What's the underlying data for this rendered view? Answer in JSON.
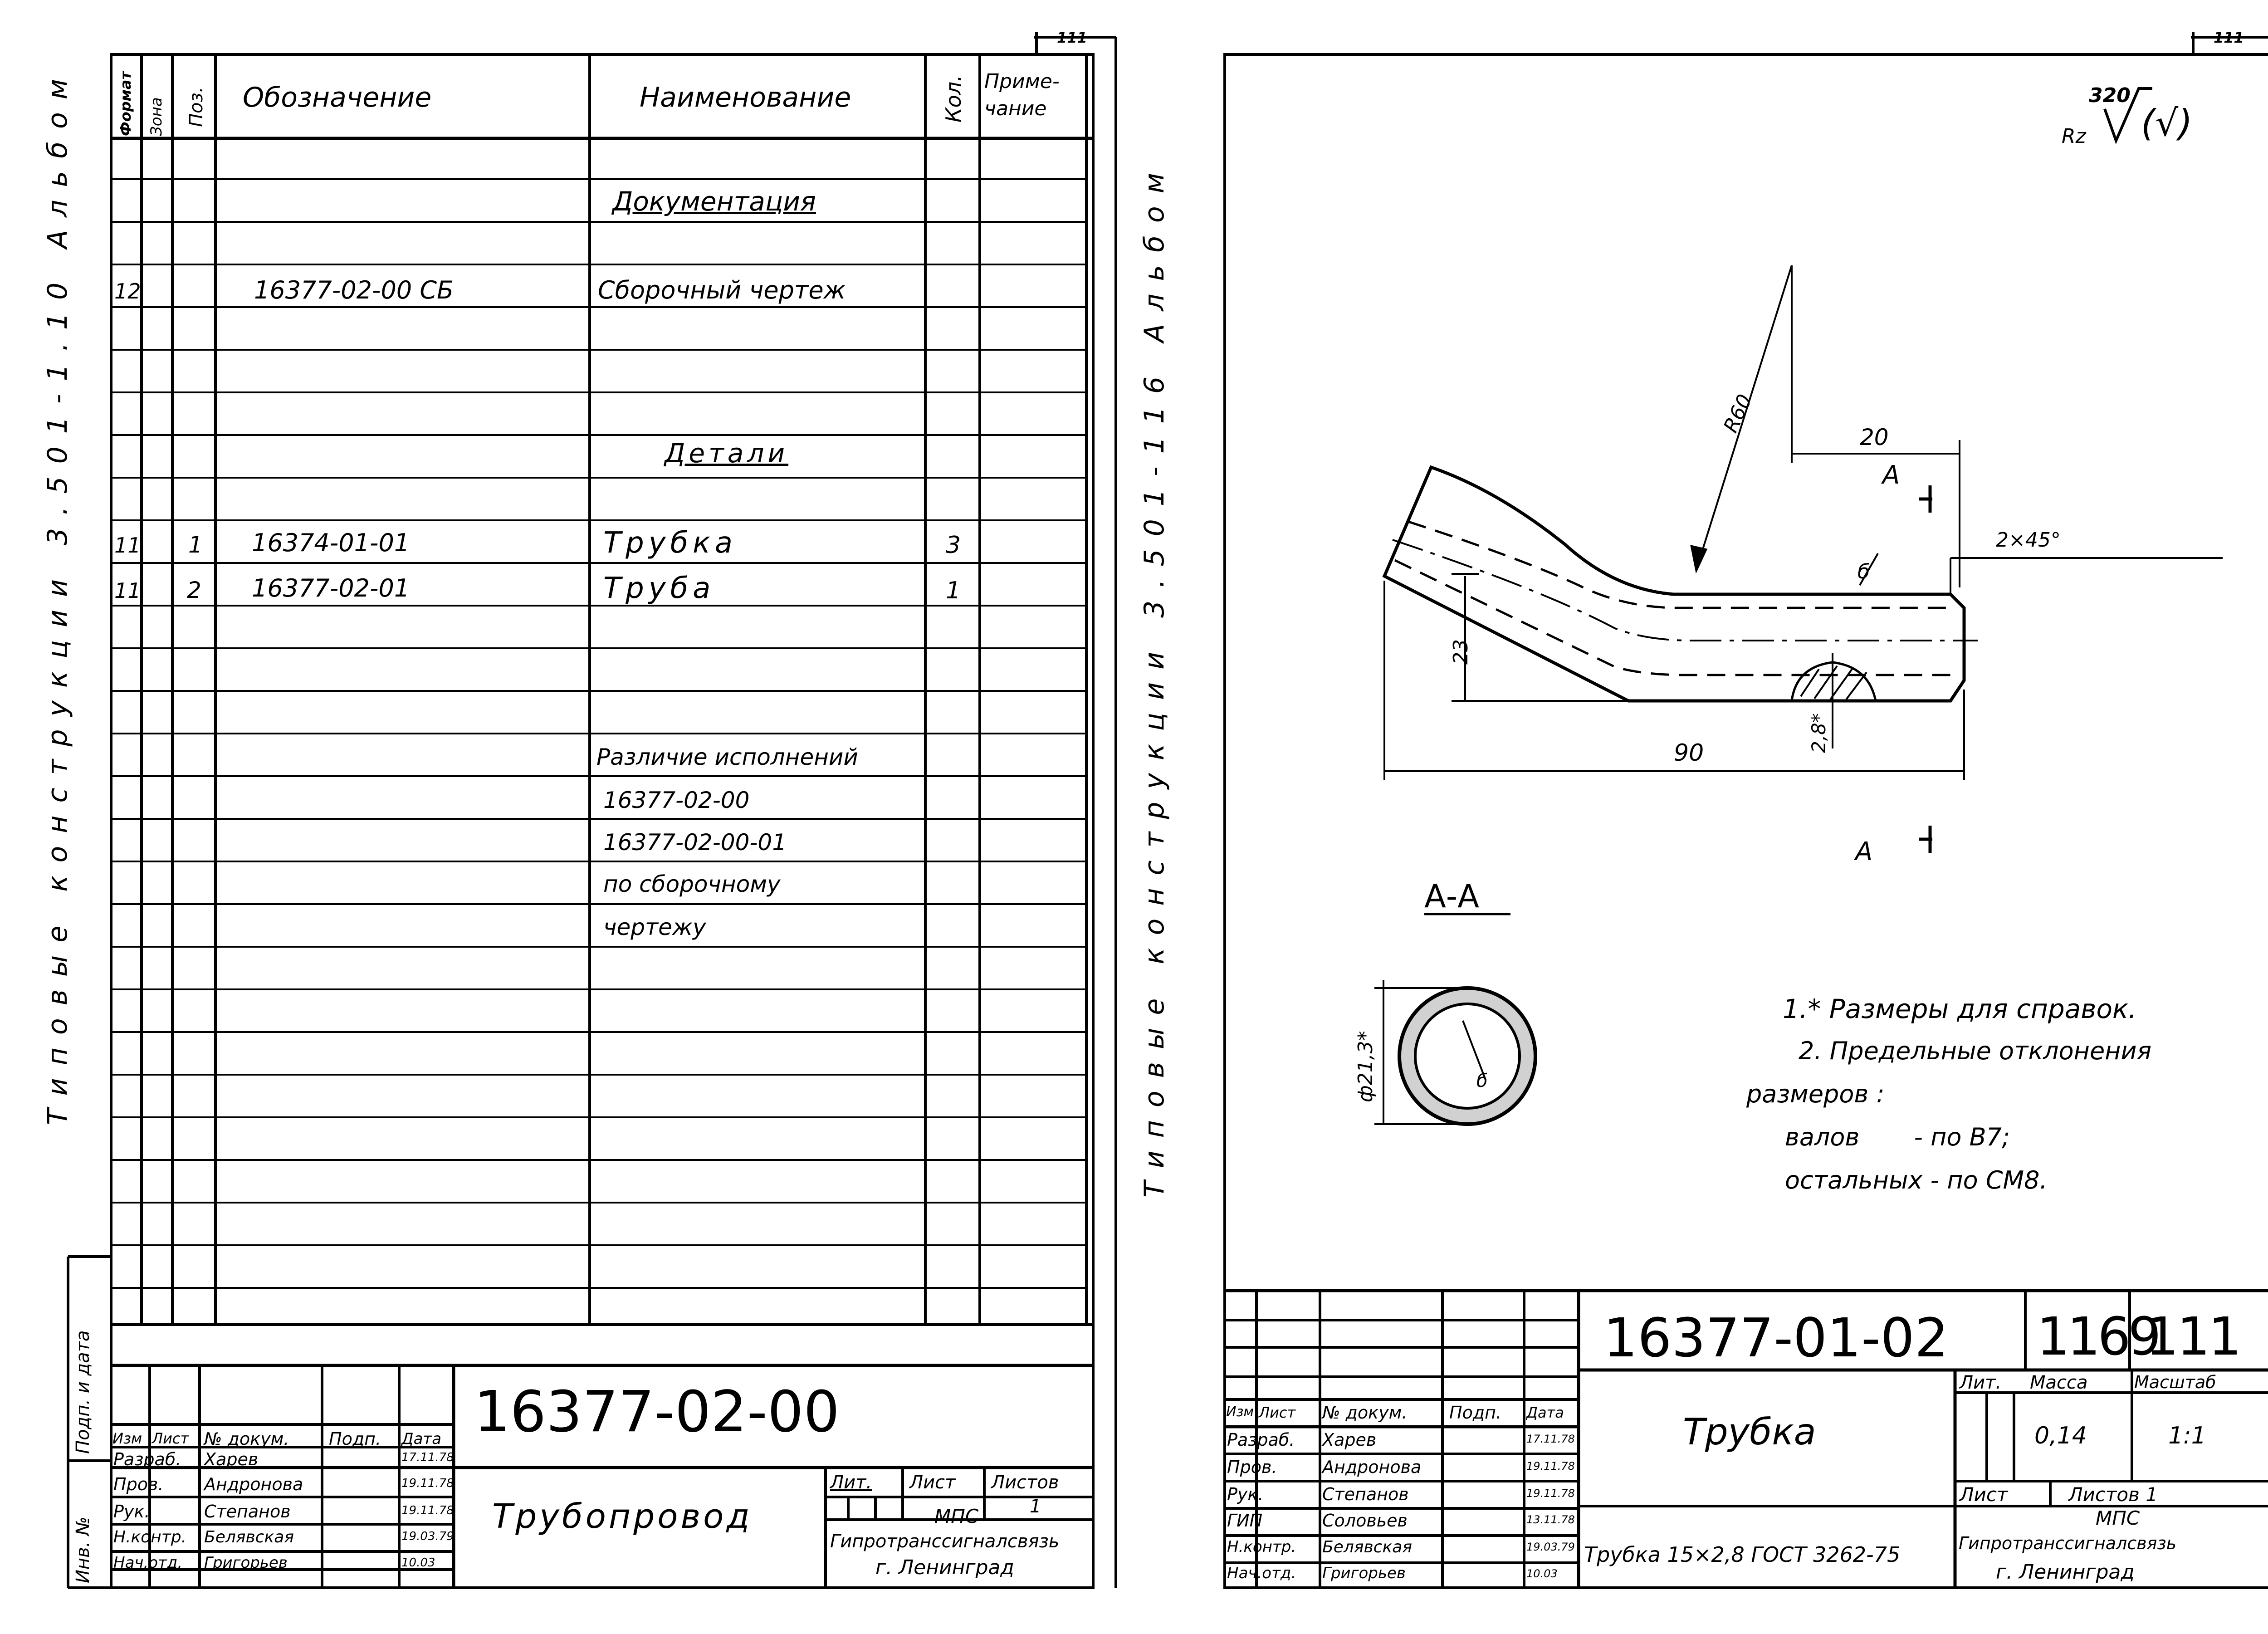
{
  "top_marks": {
    "left": "111",
    "right": "111"
  },
  "left_sheet": {
    "side_text": "Типовые конструкции 3.501-1.10 Альбом",
    "headers": {
      "format": "Формат",
      "zone": "Зона",
      "pos": "Поз.",
      "designation": "Обозначение",
      "name": "Наименование",
      "qty": "Кол.",
      "note": "Приме-\nчание"
    },
    "rows": [
      {
        "format": "",
        "pos": "",
        "designation": "",
        "name": "Документация",
        "qty": ""
      },
      {
        "format": "12",
        "pos": "",
        "designation": "16377-02-00 СБ",
        "name": "Сборочный чертеж",
        "qty": ""
      },
      {
        "format": "",
        "pos": "",
        "designation": "",
        "name": "Детали",
        "qty": ""
      },
      {
        "format": "11",
        "pos": "1",
        "designation": "16374-01-01",
        "name": "Трубка",
        "qty": "3"
      },
      {
        "format": "11",
        "pos": "2",
        "designation": "16377-02-01",
        "name": "Труба",
        "qty": "1"
      }
    ],
    "difference_notes": [
      "Различие исполнений",
      "16377-02-00",
      "16377-02-00-01",
      "по сборочному",
      "чертежу"
    ],
    "margin_labels": {
      "sign_date": "Подп. и дата",
      "inv": "Инв. №"
    },
    "title_block": {
      "doc_number": "16377-02-00",
      "title": "Трубопровод",
      "headers": [
        "Изм",
        "Лист",
        "№ докум.",
        "Подп.",
        "Дата"
      ],
      "people": [
        {
          "role": "Разраб.",
          "name": "Харев",
          "date": "17.11.78"
        },
        {
          "role": "Пров.",
          "name": "Андронова",
          "date": "19.11.78"
        },
        {
          "role": "Рук.",
          "name": "Степанов",
          "date": "19.11.78"
        },
        {
          "role": "Н.контр.",
          "name": "Белявская",
          "date": "19.03.79"
        },
        {
          "role": "Нач.отд.",
          "name": "Григорьев",
          "date": "10.03"
        }
      ],
      "lit_label": "Лит.",
      "sheet_label": "Лист",
      "sheets_label": "Листов",
      "sheets_value": "1",
      "org_1": "МПС",
      "org_2": "Гипротранссигналсвязь",
      "org_3": "г. Ленинград"
    }
  },
  "right_sheet": {
    "side_text": "Типовые конструкции 3.501-116 Альбом",
    "roughness": {
      "label": "Rz",
      "value": "320",
      "suffix": "(√)"
    },
    "dims": {
      "radius": "R60",
      "top_len": "20",
      "chamfer": "2×45°",
      "height": "23",
      "length": "90",
      "wall": "2,8*",
      "b": "б",
      "diameter": "ф21,3*",
      "section_mark": "А",
      "section_title": "А-А"
    },
    "notes": [
      "1.* Размеры для справок.",
      "2. Предельные отклонения",
      "размеров :",
      "валов       - по В7;",
      "остальных - по СМ8."
    ],
    "title_block": {
      "doc_number": "16377-01-02",
      "cell_a": "1169",
      "cell_b": "111",
      "title": "Трубка",
      "material": "Трубка 15×2,8 ГОСТ 3262-75",
      "headers": [
        "Изм",
        "Лист",
        "№ докум.",
        "Подп.",
        "Дата"
      ],
      "people": [
        {
          "role": "Разраб.",
          "name": "Харев",
          "date": "17.11.78"
        },
        {
          "role": "Пров.",
          "name": "Андронова",
          "date": "19.11.78"
        },
        {
          "role": "Рук.",
          "name": "Степанов",
          "date": "19.11.78"
        },
        {
          "role": "ГИП",
          "name": "Соловьев",
          "date": "13.11.78"
        },
        {
          "role": "Н.контр.",
          "name": "Белявская",
          "date": "19.03.79"
        },
        {
          "role": "Нач.отд.",
          "name": "Григорьев",
          "date": "10.03"
        }
      ],
      "lit_label": "Лит.",
      "mass_label": "Масса",
      "scale_label": "Масштаб",
      "mass": "0,14",
      "scale": "1:1",
      "sheet_label": "Лист",
      "sheets_label": "Листов 1",
      "org_1": "МПС",
      "org_2": "Гипротранссигналсвязь",
      "org_3": "г. Ленинград"
    }
  }
}
